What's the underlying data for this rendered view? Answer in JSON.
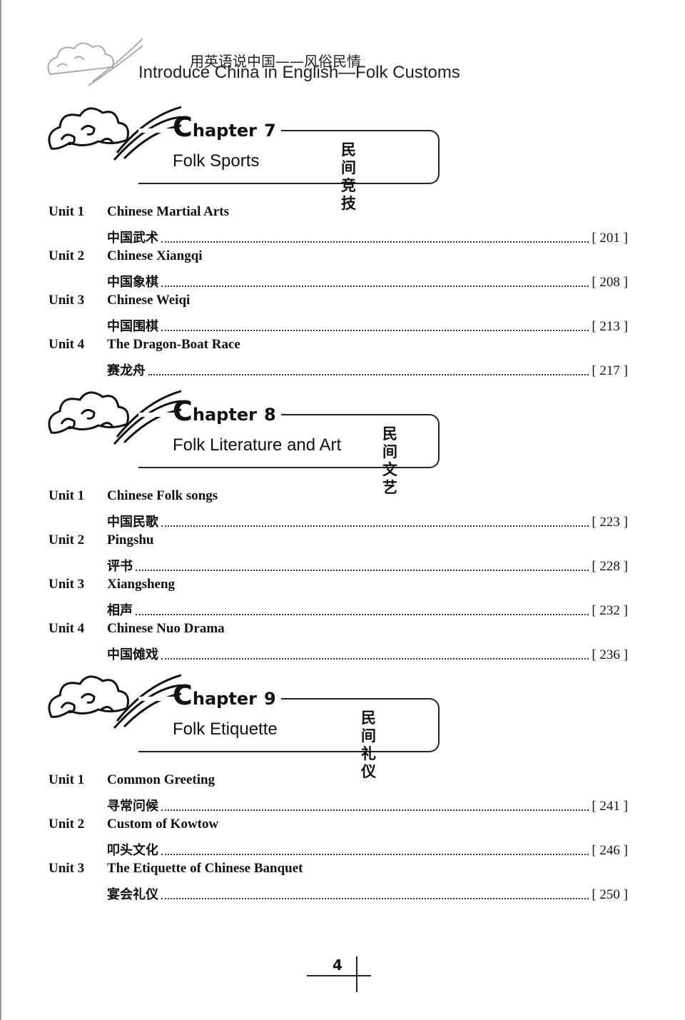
{
  "header": {
    "title_cn": "用英语说中国——风俗民情",
    "title_en": "Introduce China in English—Folk Customs"
  },
  "chapters": [
    {
      "label": "Chapter",
      "number": "7",
      "title_en": "Folk Sports",
      "title_cn_1": "民间",
      "title_cn_2": "竞技",
      "units": [
        {
          "label": "Unit 1",
          "title_en": "Chinese Martial Arts",
          "title_cn": "中国武术",
          "page": "[ 201 ]"
        },
        {
          "label": "Unit 2",
          "title_en": "Chinese Xiangqi",
          "title_cn": "中国象棋",
          "page": "[ 208 ]"
        },
        {
          "label": "Unit 3",
          "title_en": "Chinese Weiqi",
          "title_cn": "中国围棋",
          "page": "[ 213 ]"
        },
        {
          "label": "Unit 4",
          "title_en": "The Dragon-Boat Race",
          "title_cn": "赛龙舟",
          "page": "[ 217 ]"
        }
      ]
    },
    {
      "label": "Chapter",
      "number": "8",
      "title_en": "Folk Literature and Art",
      "title_cn_1": "民间",
      "title_cn_2": "文艺",
      "units": [
        {
          "label": "Unit 1",
          "title_en": "Chinese Folk songs",
          "title_cn": "中国民歌",
          "page": "[ 223 ]"
        },
        {
          "label": "Unit 2",
          "title_en": "Pingshu",
          "title_cn": "评书",
          "page": "[ 228 ]"
        },
        {
          "label": "Unit 3",
          "title_en": "Xiangsheng",
          "title_cn": "相声",
          "page": "[ 232 ]"
        },
        {
          "label": "Unit 4",
          "title_en": "Chinese Nuo Drama",
          "title_cn": "中国傩戏",
          "page": "[ 236 ]"
        }
      ]
    },
    {
      "label": "Chapter",
      "number": "9",
      "title_en": "Folk Etiquette",
      "title_cn_1": "民间",
      "title_cn_2": "礼仪",
      "units": [
        {
          "label": "Unit 1",
          "title_en": "Common Greeting",
          "title_cn": "寻常问候",
          "page": "[ 241 ]"
        },
        {
          "label": "Unit 2",
          "title_en": "Custom of Kowtow",
          "title_cn": "叩头文化",
          "page": "[ 246 ]"
        },
        {
          "label": "Unit 3",
          "title_en": "The Etiquette of Chinese Banquet",
          "title_cn": "宴会礼仪",
          "page": "[ 250 ]"
        }
      ]
    }
  ],
  "footer": {
    "page_number": "4"
  }
}
